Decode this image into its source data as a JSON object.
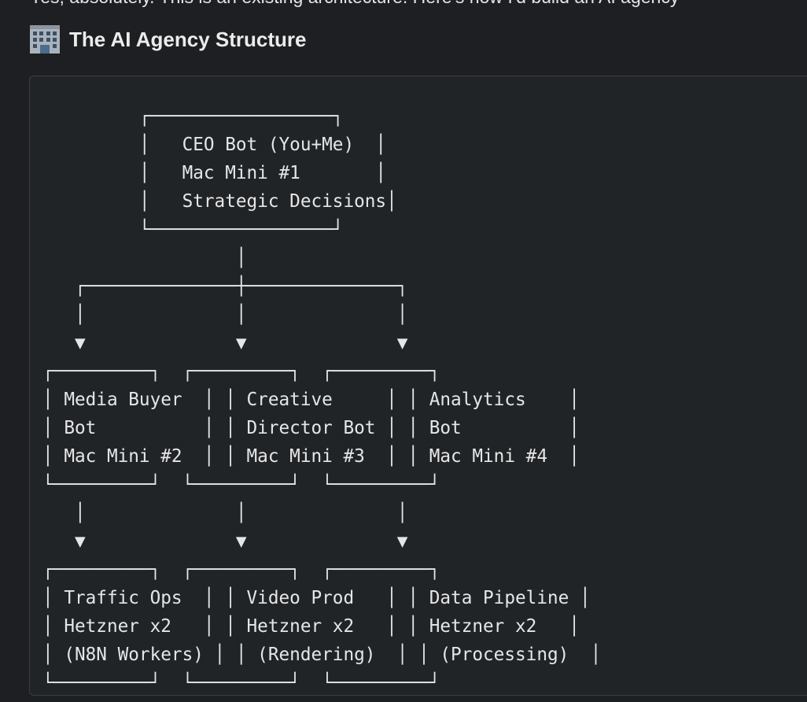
{
  "cut_off_text": "Yes, absolutely. This is an existing architecture. Here's how I'd build an AI agency",
  "section": {
    "icon": "office-building-icon",
    "title": "The AI Agency Structure"
  },
  "code_block": {
    "lines": [
      "         ┌─────────────────┐",
      "         │   CEO Bot (You+Me)  │",
      "         │   Mac Mini #1       │",
      "         │   Strategic Decisions│",
      "         └─────────────────┘",
      "                  │",
      "   ┌──────────────┼──────────────┐",
      "   │              │              │",
      "   ▼              ▼              ▼",
      "┌─────────┐  ┌─────────┐  ┌─────────┐",
      "│ Media Buyer  │ │ Creative     │ │ Analytics    │",
      "│ Bot          │ │ Director Bot │ │ Bot          │",
      "│ Mac Mini #2  │ │ Mac Mini #3  │ │ Mac Mini #4  │",
      "└─────────┘  └─────────┘  └─────────┘",
      "   │              │              │",
      "   ▼              ▼              ▼",
      "┌─────────┐  ┌─────────┐  ┌─────────┐",
      "│ Traffic Ops  │ │ Video Prod   │ │ Data Pipeline │",
      "│ Hetzner x2   │ │ Hetzner x2   │ │ Hetzner x2   │",
      "│ (N8N Workers) │ │ (Rendering)  │ │ (Processing)  │",
      "└─────────┘  └─────────┘  └─────────┘"
    ]
  }
}
